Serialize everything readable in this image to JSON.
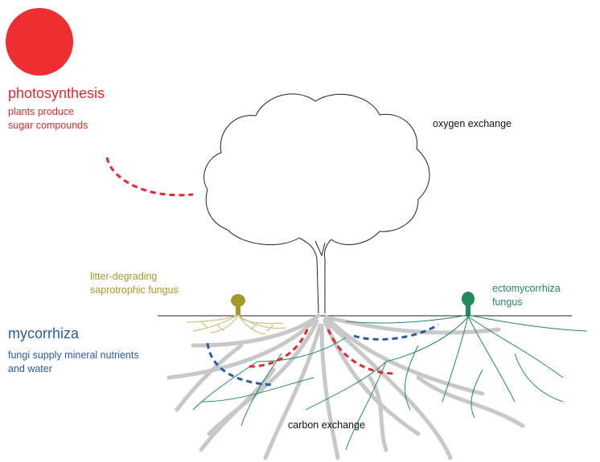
{
  "labels": {
    "photosynthesis": {
      "title": "photosynthesis",
      "line1": "plants produce",
      "line2": "sugar compounds"
    },
    "oxygen": "oxygen exchange",
    "saprotrophic": {
      "line1": "litter-degrading",
      "line2": "saprotrophic fungus"
    },
    "ectomycorrhiza": {
      "line1": "ectomycorrhiza",
      "line2": "fungus"
    },
    "mycorrhiza": {
      "title": "mycorrhiza",
      "line1": "fungi supply mineral nutrients",
      "line2": "and water"
    },
    "carbon": "carbon exchange"
  },
  "colors": {
    "sun": "#ee2e31",
    "photosynthesis_text": "#e02a2e",
    "carbon_dash": "#e8262b",
    "mycorrhiza_text": "#2a5aa6",
    "nutrient_dash": "#2a5aa6",
    "saprotroph": "#a39a2a",
    "saprotroph_hyphae": "#cfc48a",
    "ectomycorrhiza": "#1f8a5b",
    "root": "#c8c8c8",
    "outline": "#222222"
  },
  "icons": [
    "sun-icon",
    "tree-icon",
    "saprotrophic-mushroom-icon",
    "ectomycorrhiza-mushroom-icon"
  ]
}
